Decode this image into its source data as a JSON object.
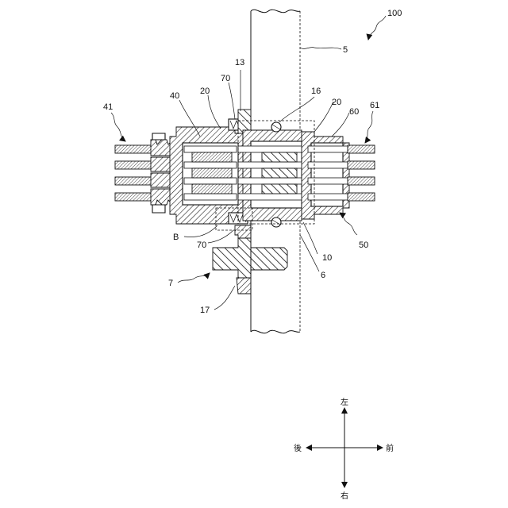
{
  "figure": {
    "labels": {
      "assembly": "100",
      "shaft_line": "5",
      "line_6": "6",
      "part_7": "7",
      "part_10": "10",
      "part_13": "13",
      "part_16": "16",
      "part_17": "17",
      "part_20_left": "20",
      "part_20_right": "20",
      "part_40": "40",
      "part_41": "41",
      "part_50": "50",
      "part_60": "60",
      "part_61": "61",
      "part_70_top": "70",
      "part_70_bottom": "70",
      "detail_b": "B"
    },
    "directions": {
      "up": "左",
      "down": "右",
      "left": "後",
      "right": "前"
    }
  }
}
